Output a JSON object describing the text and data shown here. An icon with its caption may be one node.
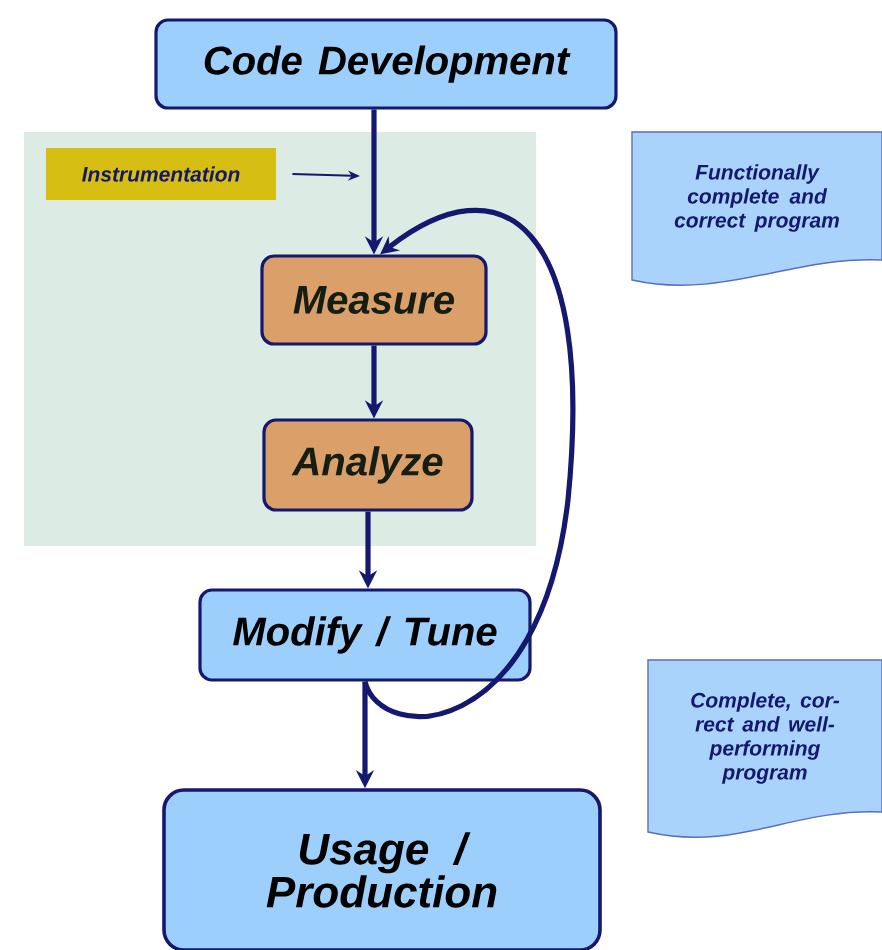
{
  "diagram": {
    "nodes": [
      {
        "text": [
          "Code Development"
        ]
      },
      {
        "text": [],
        "shape": "box"
      },
      {
        "text": [
          "Instrumentation"
        ],
        "in": 1
      },
      {
        "text": [
          "Measure"
        ],
        "in": 1
      },
      {
        "text": [
          "Analyze"
        ],
        "in": 1
      },
      {
        "text": [
          "Modify / Tune"
        ]
      },
      {
        "text": [
          "Usage / Production"
        ]
      },
      {
        "text": [
          "Functionally complete and correct program"
        ]
      },
      {
        "text": [
          "Complete, cor- rect and well- performing program"
        ]
      }
    ],
    "edges": [
      {
        "from": 0,
        "to": 3,
        "arrow": "to"
      },
      {
        "from": 2,
        "to": null,
        "arrow": "to"
      },
      {
        "from": 3,
        "to": 4,
        "arrow": "to"
      },
      {
        "from": 4,
        "to": 5,
        "arrow": "to"
      },
      {
        "from": 5,
        "to": 6,
        "arrow": "to"
      },
      {
        "from": 5,
        "to": 3,
        "arrow": "to"
      }
    ]
  }
}
